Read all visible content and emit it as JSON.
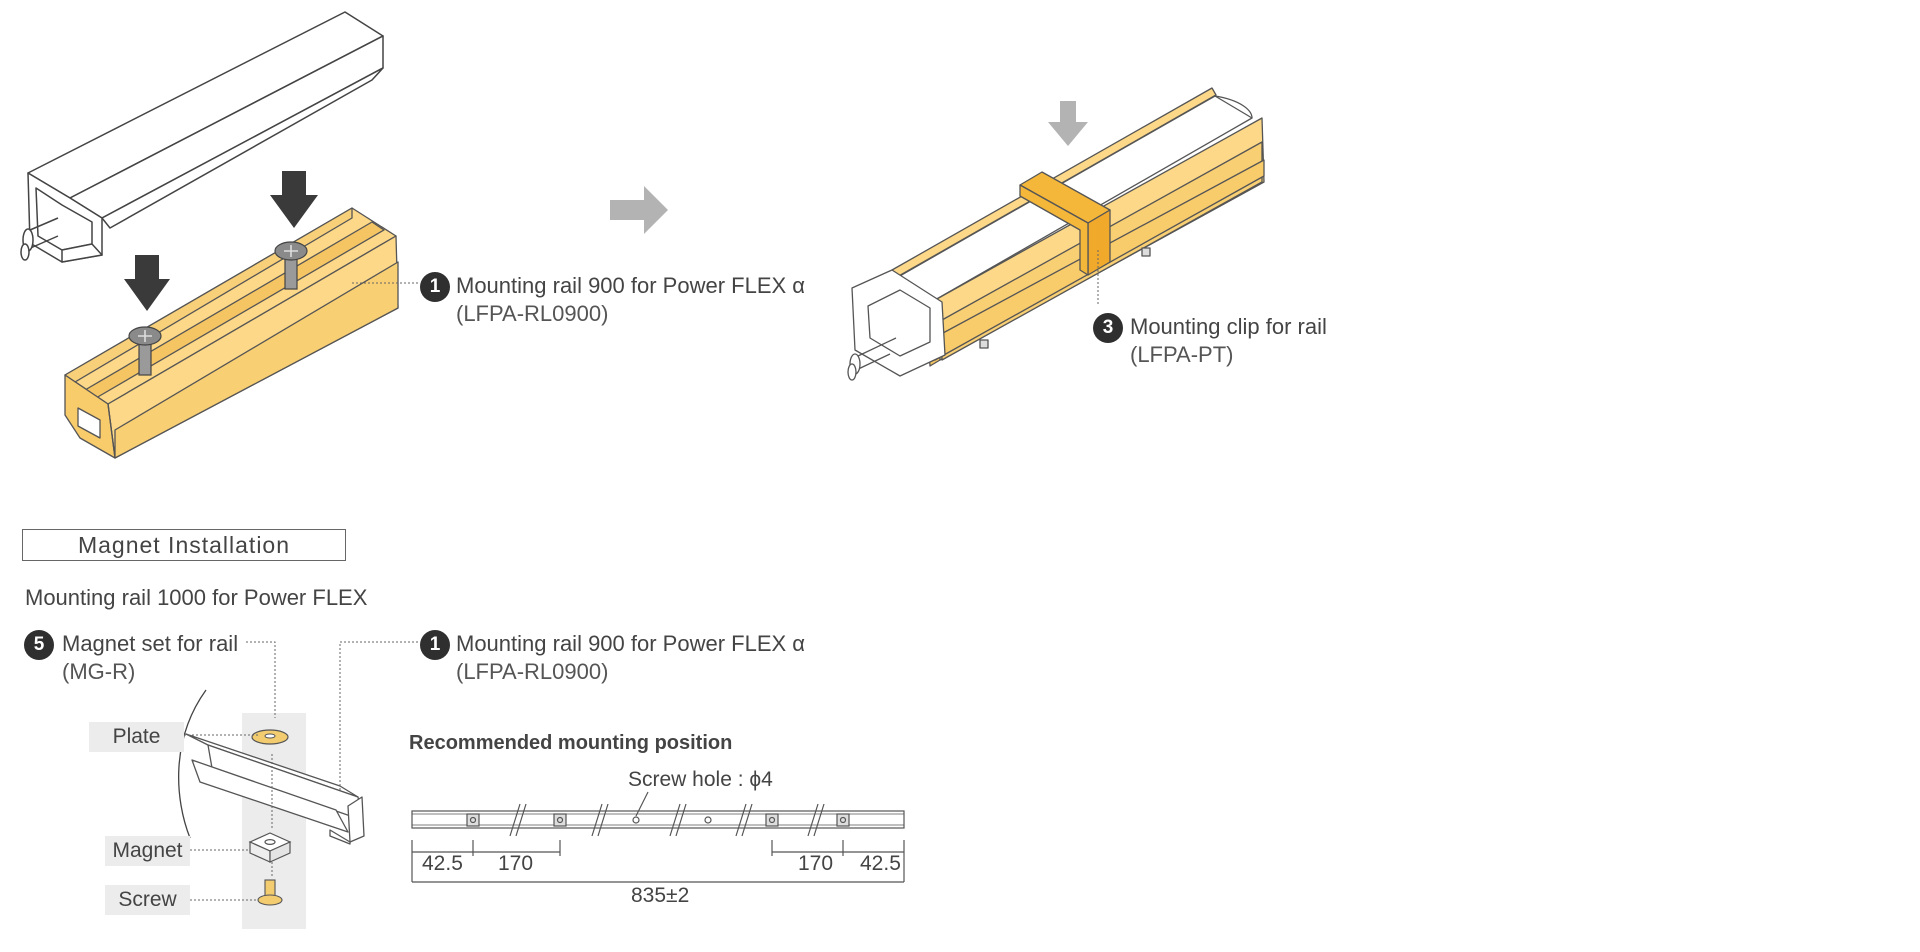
{
  "top": {
    "rail_label": {
      "number": "1",
      "name": "Mounting rail 900 for Power FLEX α",
      "code": "(LFPA-RL0900)"
    },
    "clip_label": {
      "number": "3",
      "name": "Mounting clip for rail",
      "code": "(LFPA-PT)"
    }
  },
  "magnet": {
    "section_title": "Magnet Installation",
    "subtitle": "Mounting rail 1000 for Power FLEX",
    "set_label": {
      "number": "5",
      "name": "Magnet set for rail",
      "code": "(MG-R)"
    },
    "rail_label": {
      "number": "1",
      "name": "Mounting rail 900 for Power FLEX α",
      "code": "(LFPA-RL0900)"
    },
    "parts": [
      "Plate",
      "Magnet",
      "Screw"
    ]
  },
  "mounting": {
    "title": "Recommended mounting position",
    "screw_hole": "Screw hole : ϕ4",
    "dims": [
      "42.5",
      "170",
      "170",
      "42.5"
    ],
    "total": "835±2"
  },
  "colors": {
    "rail_fill": "#fcd888",
    "rail_shade": "#f5c563",
    "clip_fill": "#f5b73a",
    "arrow_dark": "#3a3a3a",
    "arrow_light": "#b3b3b3",
    "outline": "#555555"
  }
}
